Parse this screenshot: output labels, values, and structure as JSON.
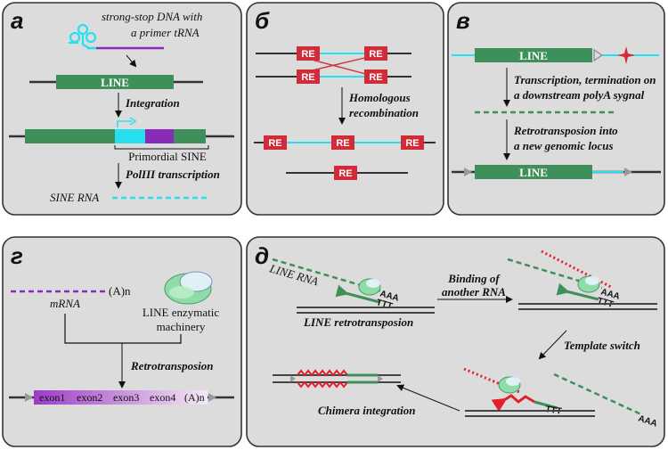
{
  "panels": {
    "a": {
      "label": "а",
      "strongstop_line1": "strong-stop DNA with",
      "strongstop_line2": "a primer tRNA",
      "line_box": "LINE",
      "integration": "Integration",
      "primordial": "Primordial SINE",
      "pol3": "PolIII transcription",
      "sine_rna": "SINE RNA"
    },
    "b": {
      "label": "б",
      "re": "RE",
      "homologous_line1": "Homologous",
      "homologous_line2": "recombination"
    },
    "v": {
      "label": "в",
      "line_box": "LINE",
      "transcription_line1": "Transcription, termination on",
      "transcription_line2": "a downstream polyA sygnal",
      "retro_line1": "Retrotransposion into",
      "retro_line2": "a new genomic locus"
    },
    "g": {
      "label": "г",
      "polya": "(A)n",
      "mrna": "mRNA",
      "machinery_line1": "LINE enzymatic",
      "machinery_line2": "machinery",
      "retrotransposion": "Retrotransposion",
      "exon1": "exon1",
      "exon2": "exon2",
      "exon3": "exon3",
      "exon4": "exon4",
      "exon_polya": "(A)n"
    },
    "d": {
      "label": "д",
      "line_rna": "LINE RNA",
      "aaa": "AAA",
      "ttt": "TTT",
      "line_retro": "LINE retrotransposion",
      "binding_line1": "Binding of",
      "binding_line2": "another RNA",
      "template_switch": "Template switch",
      "chimera": "Chimera integration"
    }
  },
  "colors": {
    "panel_bg": "#dcdcdc",
    "line_green": "#3f8f5a",
    "cyan": "#26e0f0",
    "purple": "#8a2ab8",
    "re_red": "#d12b3a",
    "dna_dark": "#333333",
    "dotted_red": "#e0202a"
  }
}
